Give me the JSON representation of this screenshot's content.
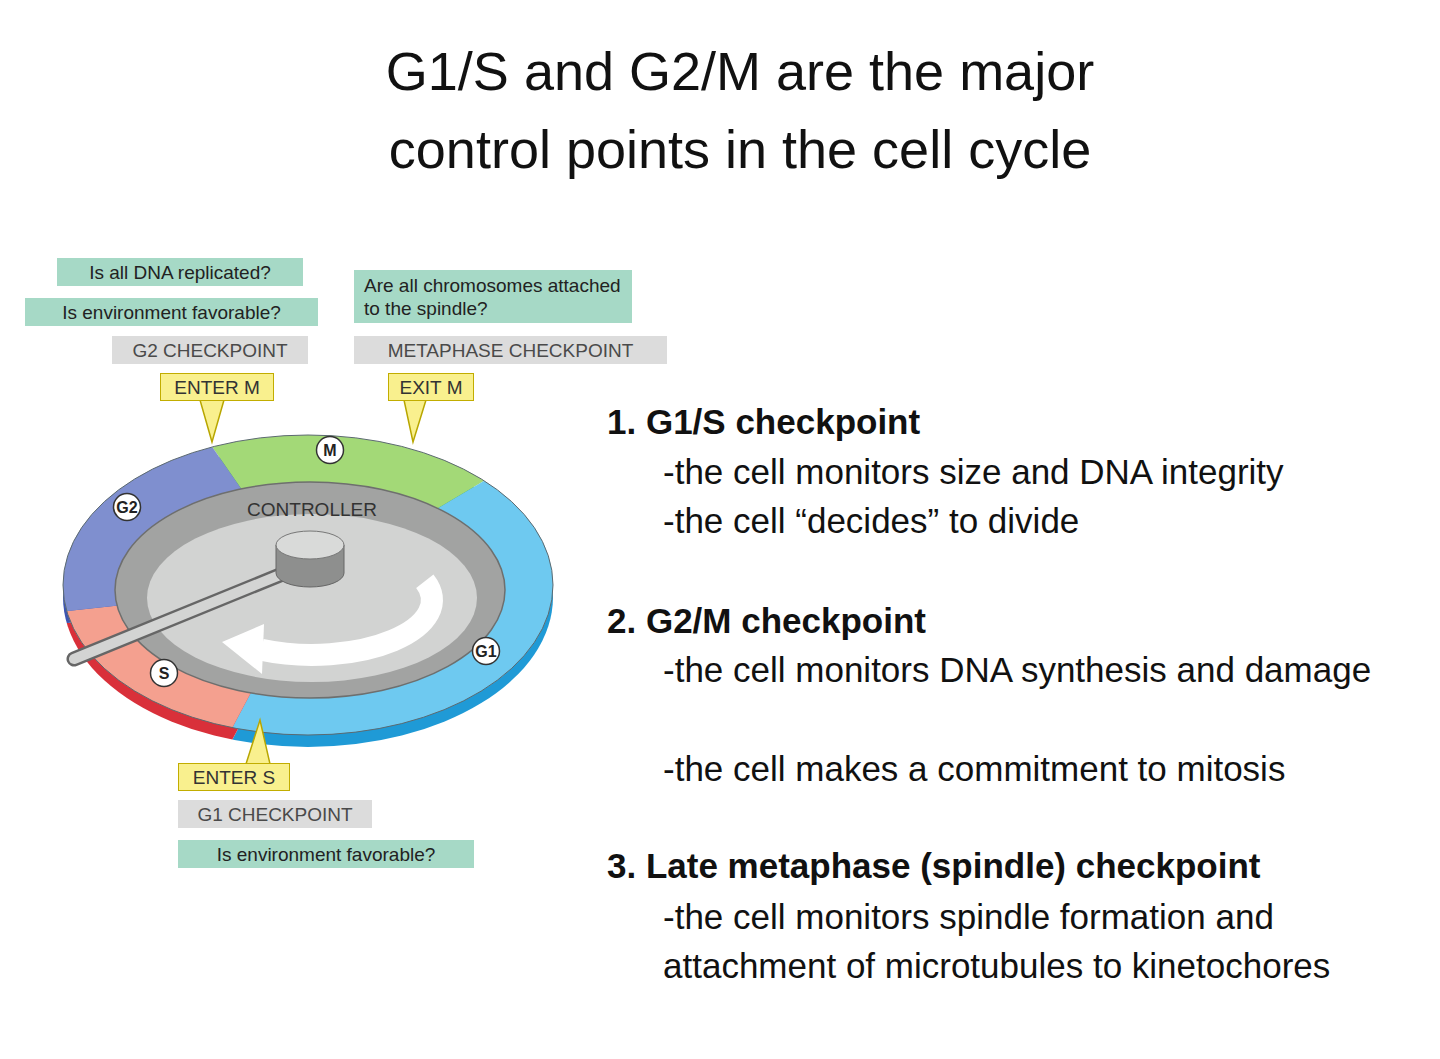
{
  "diagram": {
    "title": "G1/S and G2/M are the major control points in the cell cycle",
    "nodes": [
      {
        "text": [
          "Is all DNA replicated?"
        ]
      },
      {
        "text": [
          "Is environment favorable?"
        ]
      },
      {
        "text": [
          "Are all chromosomes attached to the spindle?"
        ]
      },
      {
        "text": [
          "G2 CHECKPOINT"
        ]
      },
      {
        "text": [
          "METAPHASE CHECKPOINT"
        ]
      },
      {
        "text": [
          "ENTER M"
        ]
      },
      {
        "text": [
          "EXIT M"
        ]
      },
      {
        "text": [
          "M"
        ]
      },
      {
        "text": [
          "G2"
        ]
      },
      {
        "text": [
          "G1"
        ]
      },
      {
        "text": [
          "S"
        ]
      },
      {
        "text": [
          "ENTER S"
        ]
      },
      {
        "text": [
          "G1 CHECKPOINT"
        ]
      },
      {
        "text": [
          "Is environment favorable?"
        ]
      }
    ],
    "labels": [
      "CONTROLLER",
      "1. G1/S checkpoint",
      "-the cell monitors size and DNA integrity",
      "-the cell “decides” to divide",
      "2. G2/M checkpoint",
      "-the cell monitors DNA synthesis and damage",
      "-the cell makes a commitment to mitosis",
      "3. Late metaphase (spindle) checkpoint",
      "-the cell monitors spindle formation and attachment of microtubules to kinetochores"
    ]
  }
}
